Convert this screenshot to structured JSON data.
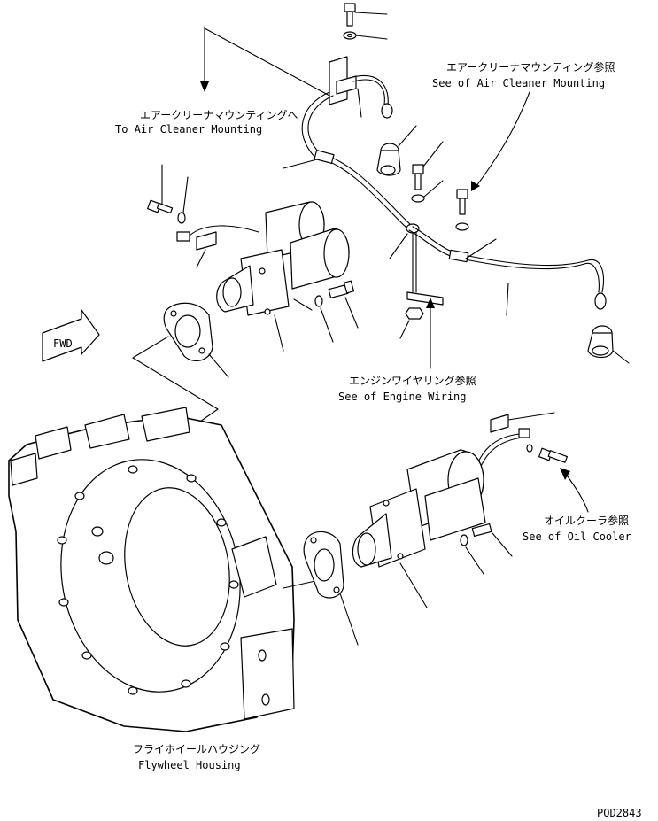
{
  "labels": {
    "to_air_cleaner_jp": "エアークリーナマウンティングへ",
    "to_air_cleaner_en": "To Air Cleaner Mounting",
    "see_air_cleaner_jp": "エアークリーナマウンティング参照",
    "see_air_cleaner_en": "See of Air Cleaner Mounting",
    "engine_wiring_jp": "エンジンワイヤリング参照",
    "engine_wiring_en": "See of Engine Wiring",
    "oil_cooler_jp": "オイルクーラ参照",
    "oil_cooler_en": "See of Oil Cooler",
    "flywheel_jp": "フライホイールハウジング",
    "flywheel_en": "Flywheel Housing",
    "fwd": "FWD",
    "drawing_code": "POD2843"
  }
}
